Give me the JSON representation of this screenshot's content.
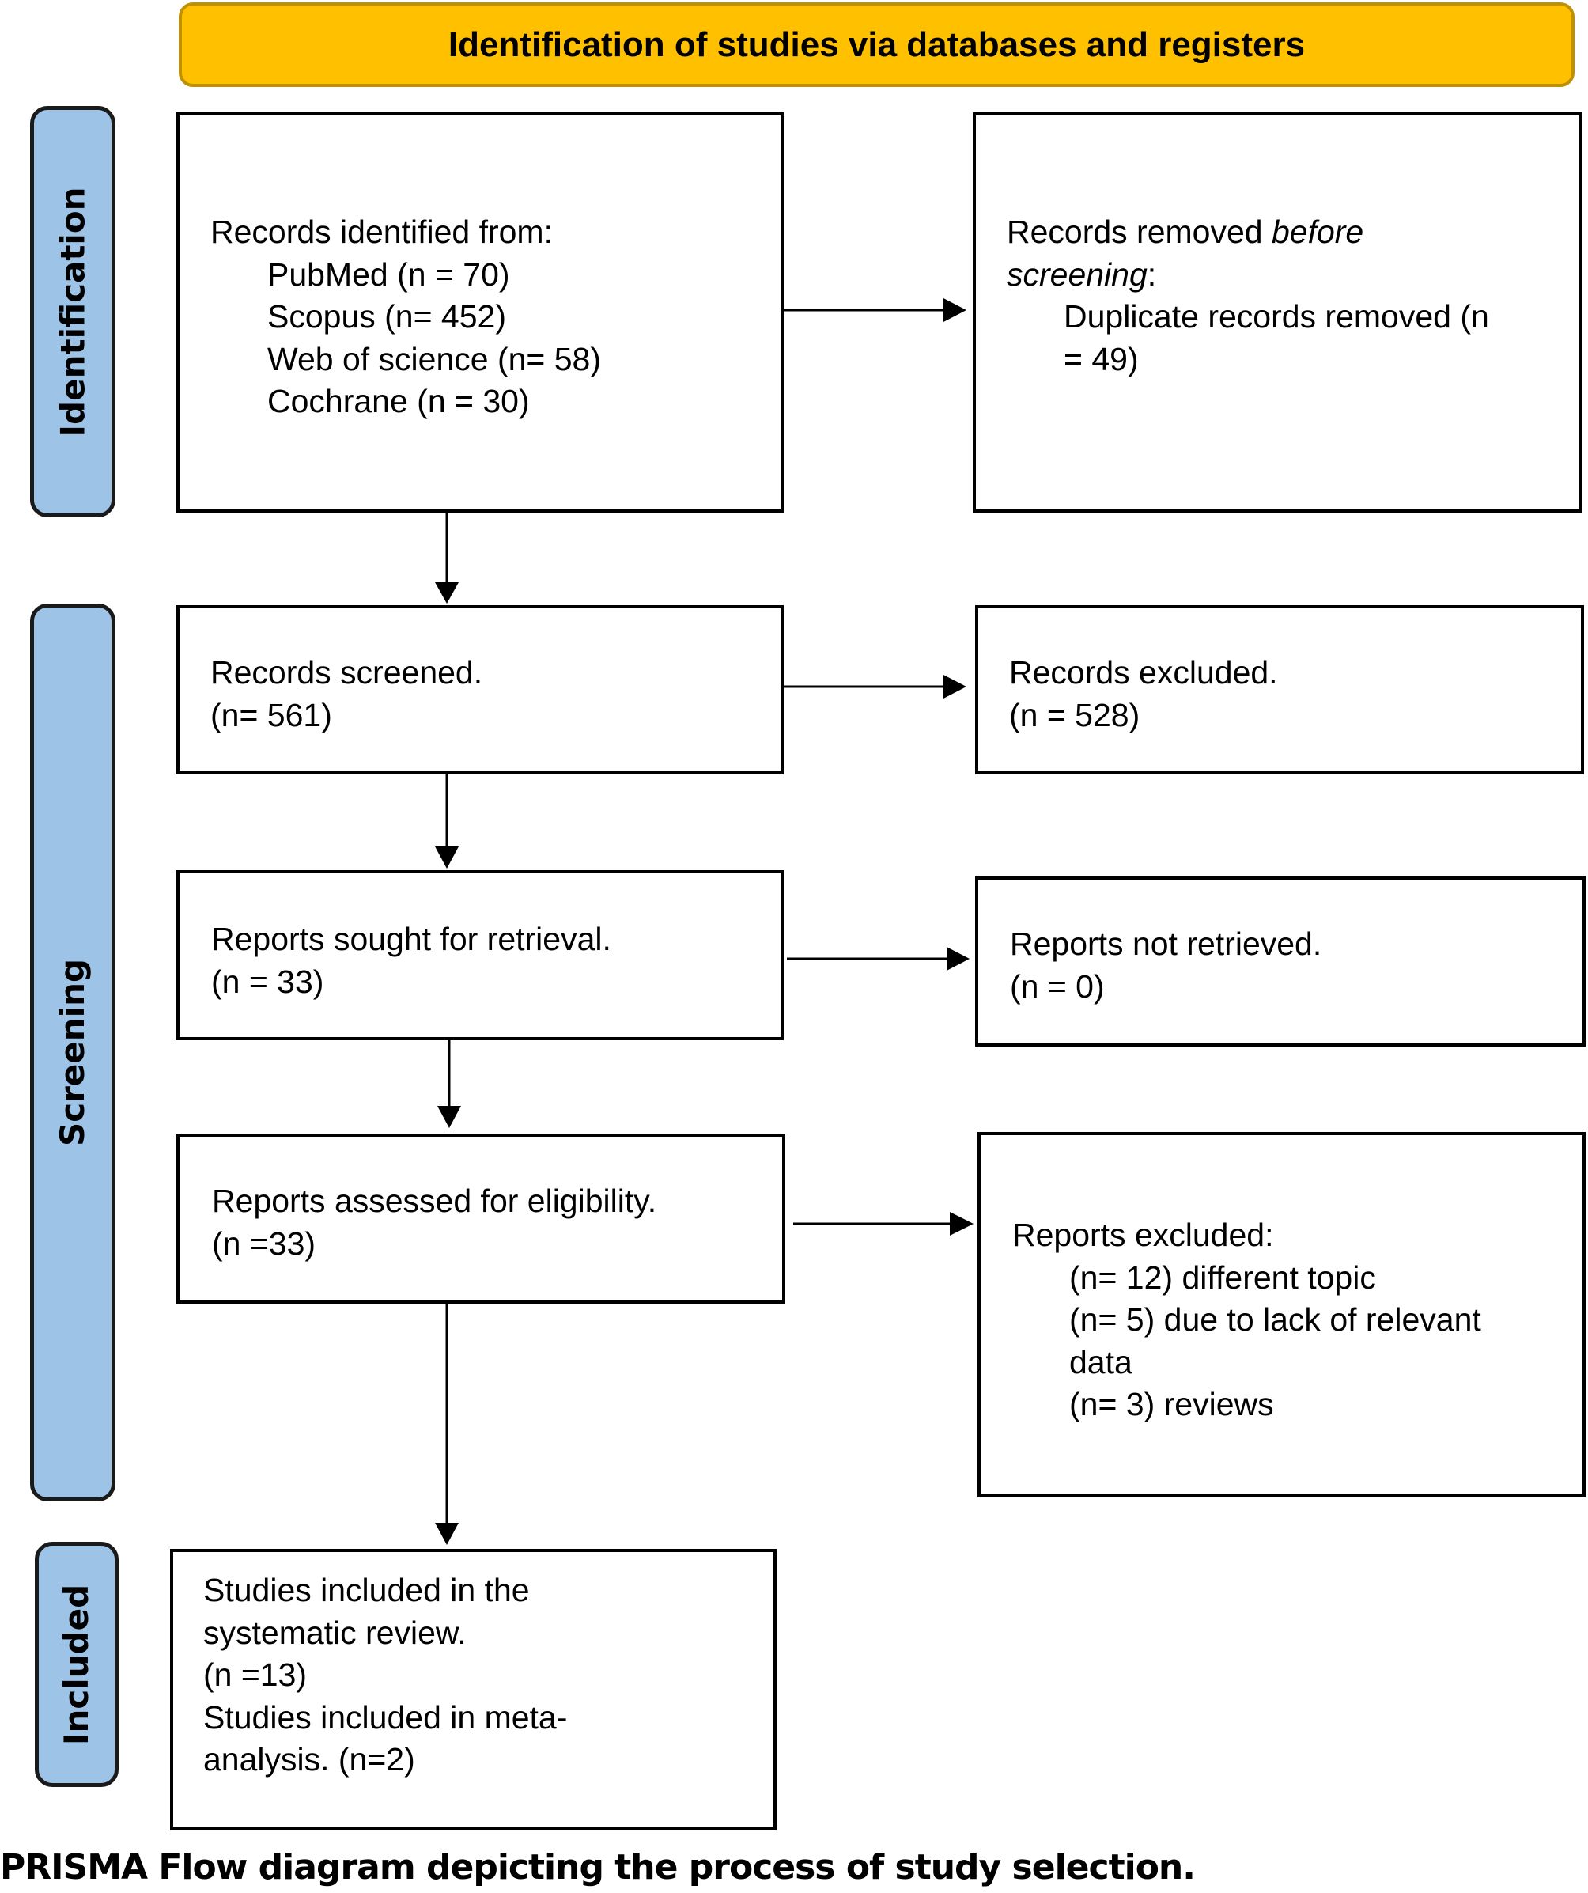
{
  "header": {
    "title": "Identification of studies via databases and registers"
  },
  "phases": {
    "identification": "Identification",
    "screening": "Screening",
    "included": "Included"
  },
  "identified": {
    "heading": "Records identified from:",
    "sources": [
      "PubMed (n = 70)",
      "Scopus (n= 452)",
      "Web of science (n= 58)",
      "Cochrane (n = 30)"
    ]
  },
  "removed": {
    "heading_prefix": "Records removed ",
    "heading_italic_1": "before",
    "heading_italic_2": "screening",
    "heading_suffix": ":",
    "line1": "Duplicate records removed (n",
    "line2": "= 49)"
  },
  "screened": {
    "label": "Records screened.",
    "count": "(n= 561)"
  },
  "excluded_records": {
    "label": "Records excluded.",
    "count": "(n = 528)"
  },
  "sought": {
    "label": "Reports sought for retrieval.",
    "count": "(n = 33)"
  },
  "not_retrieved": {
    "label": "Reports not retrieved.",
    "count": "(n = 0)"
  },
  "assessed": {
    "label": "Reports assessed for eligibility.",
    "count": "(n =33)"
  },
  "reports_excluded": {
    "heading": "Reports excluded:",
    "reasons": [
      "(n= 12) different topic",
      "(n= 5) due to lack of relevant",
      "data",
      "(n= 3) reviews"
    ]
  },
  "included": {
    "lines": [
      "Studies included in the",
      "systematic review.",
      "(n =13)",
      "Studies included in meta-",
      "analysis. (n=2)"
    ]
  },
  "caption": "PRISMA Flow diagram depicting the process of study selection.",
  "colors": {
    "header_fill": "#FFC000",
    "header_border": "#BF9000",
    "phase_fill": "#9DC3E6"
  }
}
